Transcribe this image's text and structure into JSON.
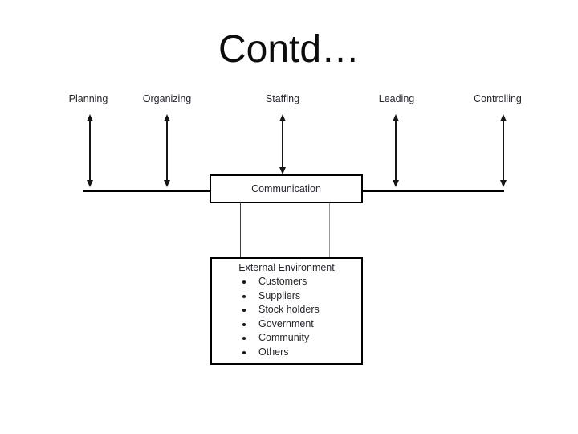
{
  "slide": {
    "title": "Contd…"
  },
  "diagram": {
    "functions": [
      {
        "label": "Planning"
      },
      {
        "label": "Organizing"
      },
      {
        "label": "Staffing"
      },
      {
        "label": "Leading"
      },
      {
        "label": "Controlling"
      }
    ],
    "communication_label": "Communication",
    "external_environment": {
      "title": "External Environment",
      "items": [
        "Customers",
        "Suppliers",
        "Stock holders",
        "Government",
        "Community",
        "Others"
      ]
    },
    "colors": {
      "ink": "#151515",
      "background": "#ffffff"
    }
  }
}
